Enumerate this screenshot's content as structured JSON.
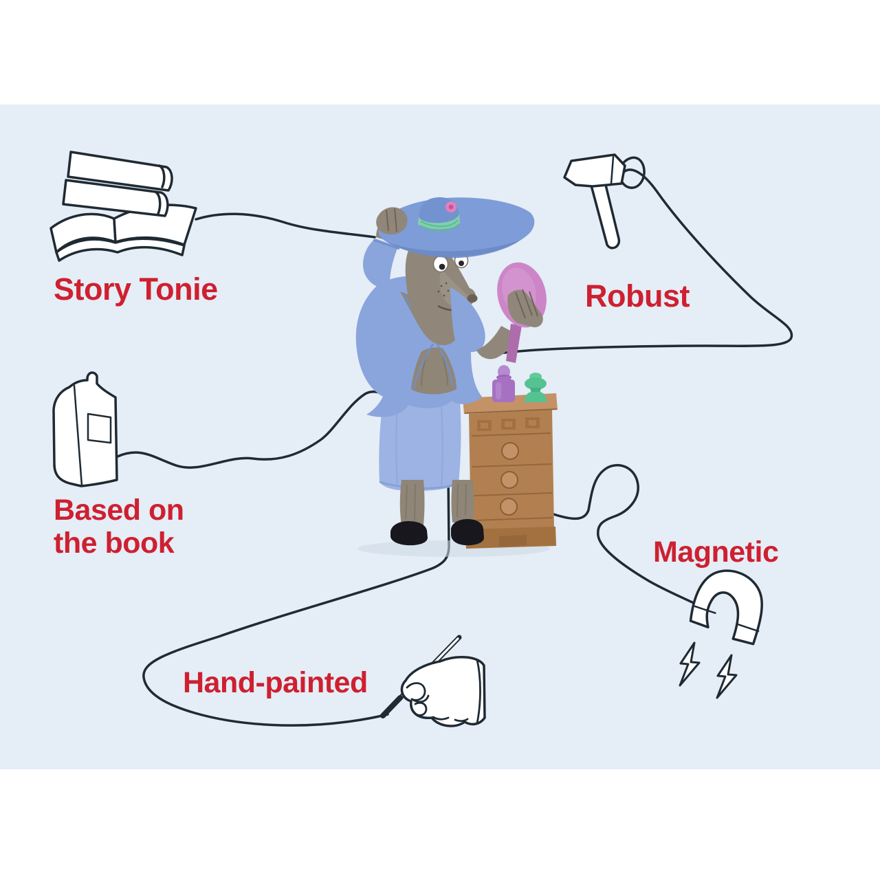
{
  "features": [
    {
      "id": "story-tonie",
      "label": "Story Tonie",
      "icon": "book-stack-icon"
    },
    {
      "id": "robust",
      "label": "Robust",
      "icon": "hammer-icon"
    },
    {
      "id": "based-on-the-book",
      "label": "Based on\nthe book",
      "icon": "book-icon"
    },
    {
      "id": "magnetic",
      "label": "Magnetic",
      "icon": "magnet-icon"
    },
    {
      "id": "hand-painted",
      "label": "Hand-painted",
      "icon": "hand-paintbrush-icon"
    }
  ],
  "figure": {
    "description": "Hand-painted Tonie figurine of a wolf dressed in a blue skirt suit and wide-brimmed sun hat, holding a pink hand mirror, standing beside a brown chest of drawers topped with a purple bottle and a green perfume atomizer"
  },
  "colors": {
    "panel_background": "#e5edf6",
    "frame_bars": "#ffffff",
    "label_red": "#ce2030",
    "line_ink": "#1f2a33",
    "outfit_blue": "#8aa4dc",
    "hat_blue": "#7e9cd8",
    "skirt_blue": "#9cb3e3",
    "fur_grey": "#8f8678",
    "mirror_pink": "#cc86c8",
    "dresser_brown": "#b28050",
    "band_green": "#7ed0ad",
    "atomizer_green": "#55c292",
    "bottle_purple": "#a671c3"
  }
}
